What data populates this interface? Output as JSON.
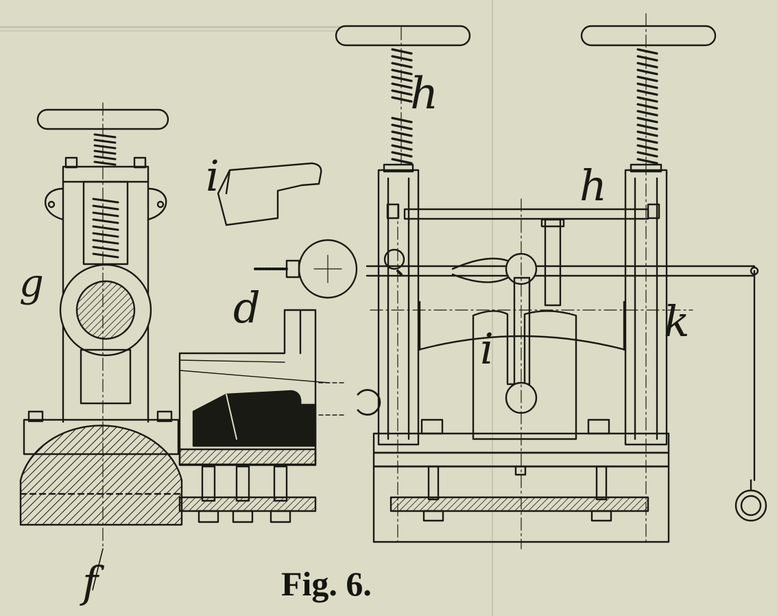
{
  "figure": {
    "caption": "Fig. 6.",
    "labels": {
      "h_top": "h",
      "h_mid": "h",
      "i_detail": "i",
      "i_center": "i",
      "g": "g",
      "d": "d",
      "k": "k",
      "f": "f"
    }
  },
  "colors": {
    "paper": "#dcdcc6",
    "ink": "#1a1a14"
  }
}
